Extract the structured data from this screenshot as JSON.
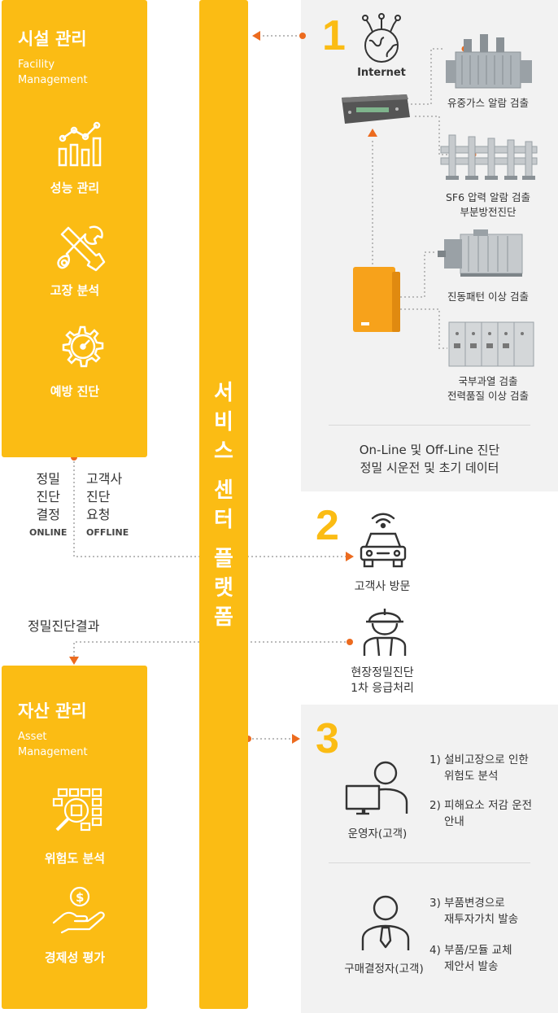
{
  "facility": {
    "title": "시설 관리",
    "subtitle_line1": "Facility",
    "subtitle_line2": "Management",
    "items": [
      {
        "label": "성능 관리",
        "icon": "performance-chart-icon"
      },
      {
        "label": "고장 분석",
        "icon": "wrench-screwdriver-icon"
      },
      {
        "label": "예방 진단",
        "icon": "gear-gauge-icon"
      }
    ]
  },
  "asset": {
    "title": "자산 관리",
    "subtitle_line1": "Asset",
    "subtitle_line2": "Management",
    "items": [
      {
        "label": "위험도 분석",
        "icon": "grid-magnifier-icon"
      },
      {
        "label": "경제성 평가",
        "icon": "money-hand-icon"
      }
    ]
  },
  "center": {
    "chars": [
      "서",
      "비",
      "스",
      "센",
      "터",
      "플",
      "랫",
      "폼"
    ]
  },
  "flow": {
    "left_col": [
      "정밀",
      "진단",
      "결정"
    ],
    "left_tag": "ONLINE",
    "right_col": [
      "고객사",
      "진단",
      "요청"
    ],
    "right_tag": "OFFLINE",
    "result": "정밀진단결과"
  },
  "section1": {
    "num": "1",
    "internet": "Internet",
    "cap_gas": "유중가스 알람 검출",
    "cap_sf6_1": "SF6 압력 알람 검출",
    "cap_sf6_2": "부분방전진단",
    "cap_vib": "진동패턴 이상 검출",
    "cap_heat_1": "국부과열 검출",
    "cap_heat_2": "전력품질 이상 검출",
    "foot_1": "On-Line 및 Off-Line 진단",
    "foot_2": "정밀 시운전 및 초기 데이터"
  },
  "section2": {
    "num": "2",
    "visit": "고객사 방문",
    "onsite_1": "현장정밀진단",
    "onsite_2": "1차 응급처리"
  },
  "section3": {
    "num": "3",
    "op_label": "운영자(고객)",
    "op_items": [
      {
        "line1": "1) 설비고장으로 인한",
        "line2": "위험도 분석"
      },
      {
        "line1": "2) 피해요소 저감 운전",
        "line2": "안내"
      }
    ],
    "buyer_label": "구매결정자(고객)",
    "buyer_items": [
      {
        "line1": "3) 부품변경으로",
        "line2": "재투자가치 발송"
      },
      {
        "line1": "4) 부품/모듈 교체",
        "line2": "제안서 발송"
      }
    ]
  },
  "colors": {
    "accent": "#fbbc14",
    "arrow": "#ec6b1f",
    "panel_gray": "#f2f2f2"
  }
}
